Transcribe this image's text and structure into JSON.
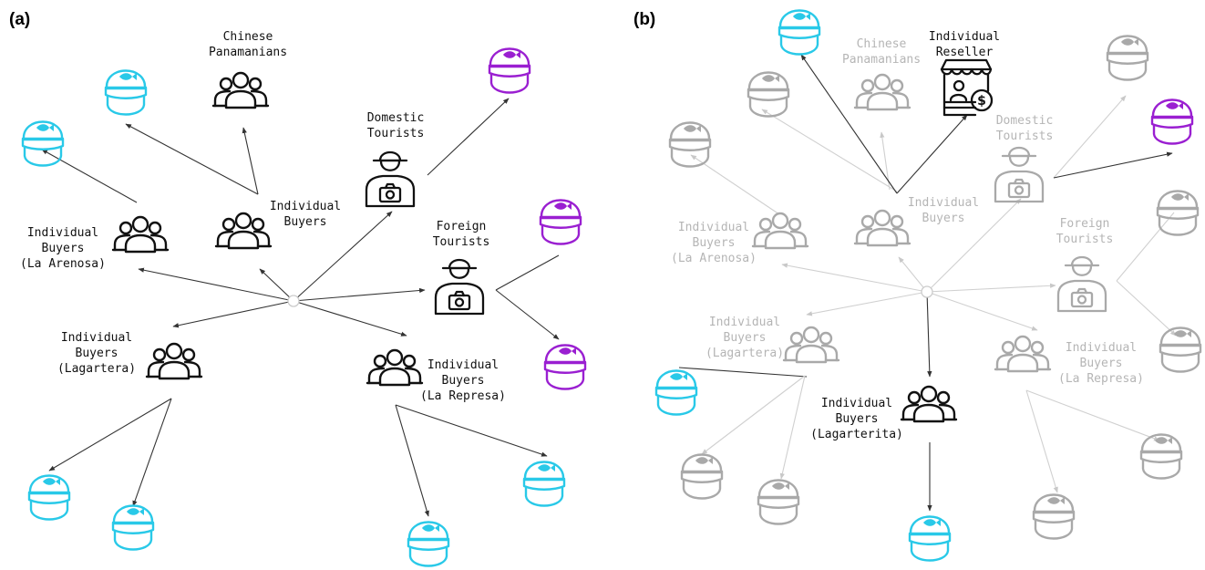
{
  "panels": [
    {
      "id": "a",
      "tag": "(a)"
    },
    {
      "id": "b",
      "tag": "(b)"
    }
  ],
  "labels": {
    "chinese_panamanians": [
      "Chinese",
      "Panamanians"
    ],
    "individual_buyers": [
      "Individual",
      "Buyers"
    ],
    "domestic_tourists": [
      "Domestic",
      "Tourists"
    ],
    "foreign_tourists": [
      "Foreign",
      "Tourists"
    ],
    "buyers_la_arenosa": [
      "Individual",
      "Buyers",
      "(La Arenosa)"
    ],
    "buyers_lagartera": [
      "Individual",
      "Buyers",
      "(Lagartera)"
    ],
    "buyers_la_represa": [
      "Individual",
      "Buyers",
      "(La Represa)"
    ],
    "buyers_lagarterita": [
      "Individual",
      "Buyers",
      "(Lagarterita)"
    ],
    "individual_reseller": [
      "Individual",
      "Reseller"
    ]
  },
  "colors": {
    "black": "#111111",
    "grey": "#a9a9a9",
    "grey_text": "#b5b5b5",
    "grey_line": "#d0d0d0",
    "cyan": "#29c9e8",
    "purple": "#9a1fd1",
    "hub": "#cccccc"
  },
  "icons": {
    "fisher": "fisher-cap-icon",
    "group": "people-group-icon",
    "tourist": "tourist-camera-icon",
    "reseller": "reseller-shop-icon"
  }
}
